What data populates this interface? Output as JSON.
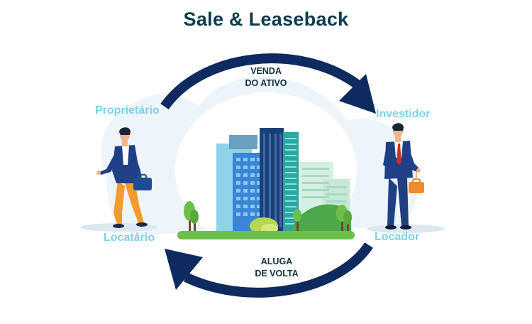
{
  "title": "Sale & Leaseback",
  "roles": {
    "left_top": "Proprietário",
    "left_bottom": "Locatário",
    "right_top": "Investidor",
    "right_bottom": "Locador"
  },
  "arrows": {
    "top": {
      "line1": "VENDA",
      "line2": "DO ATIVO"
    },
    "bottom": {
      "line1": "ALUGA",
      "line2": "DE VOLTA"
    }
  },
  "colors": {
    "title": "#0f3a4d",
    "role_text": "#7dd0e6",
    "arrow": "#0e2a5e",
    "blob": "#eef5fa",
    "grass": "#6cc04a"
  }
}
